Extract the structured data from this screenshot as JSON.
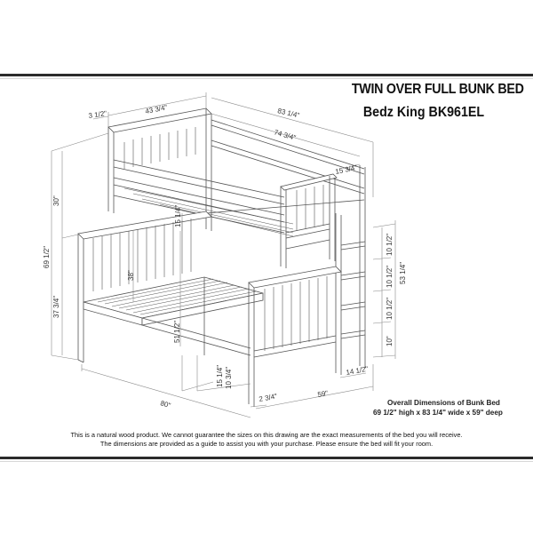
{
  "header": {
    "title": "TWIN OVER FULL BUNK BED",
    "subtitle": "Bedz King BK961EL"
  },
  "dimensions": {
    "top_end_width": "43 3/4\"",
    "post_width": "3 1/2\"",
    "overall_length": "83 1/4\"",
    "top_rail_length": "74 3/4\"",
    "top_guard_height": "15 3/4\"",
    "upper_section_height": "30\"",
    "overall_height": "69 1/2\"",
    "lower_section_height": "37 3/4\"",
    "lower_headboard_panel": "38\"",
    "under_top_bunk_clearance": "15 1/4\"",
    "lower_bunk_width": "51 1/2\"",
    "lower_floor_clearance": "15 1/4\"",
    "lower_rail_height": "10 3/4\"",
    "lower_post_width": "2 3/4\"",
    "bottom_length": "80\"",
    "depth": "59\"",
    "ladder_depth": "14 1/2\"",
    "ladder_step_1": "10 1/2\"",
    "ladder_step_2": "10 1/2\"",
    "ladder_step_3": "10 1/2\"",
    "ladder_step_4": "10\"",
    "ladder_height": "53 1/4\""
  },
  "overall": {
    "heading": "Overall Dimensions of Bunk Bed",
    "values": "69 1/2\" high x 83 1/4\" wide x 59\" deep"
  },
  "disclaimer": {
    "line1": "This is a natural wood product. We cannot guarantee the sizes on this drawing are the exact measurements of the bed you will receive.",
    "line2": "The dimensions are provided as a guide to assist you with your purchase. Please ensure the bed will fit your room."
  },
  "colors": {
    "line": "#555555",
    "rule": "#2b2b2b",
    "text": "#111111"
  }
}
